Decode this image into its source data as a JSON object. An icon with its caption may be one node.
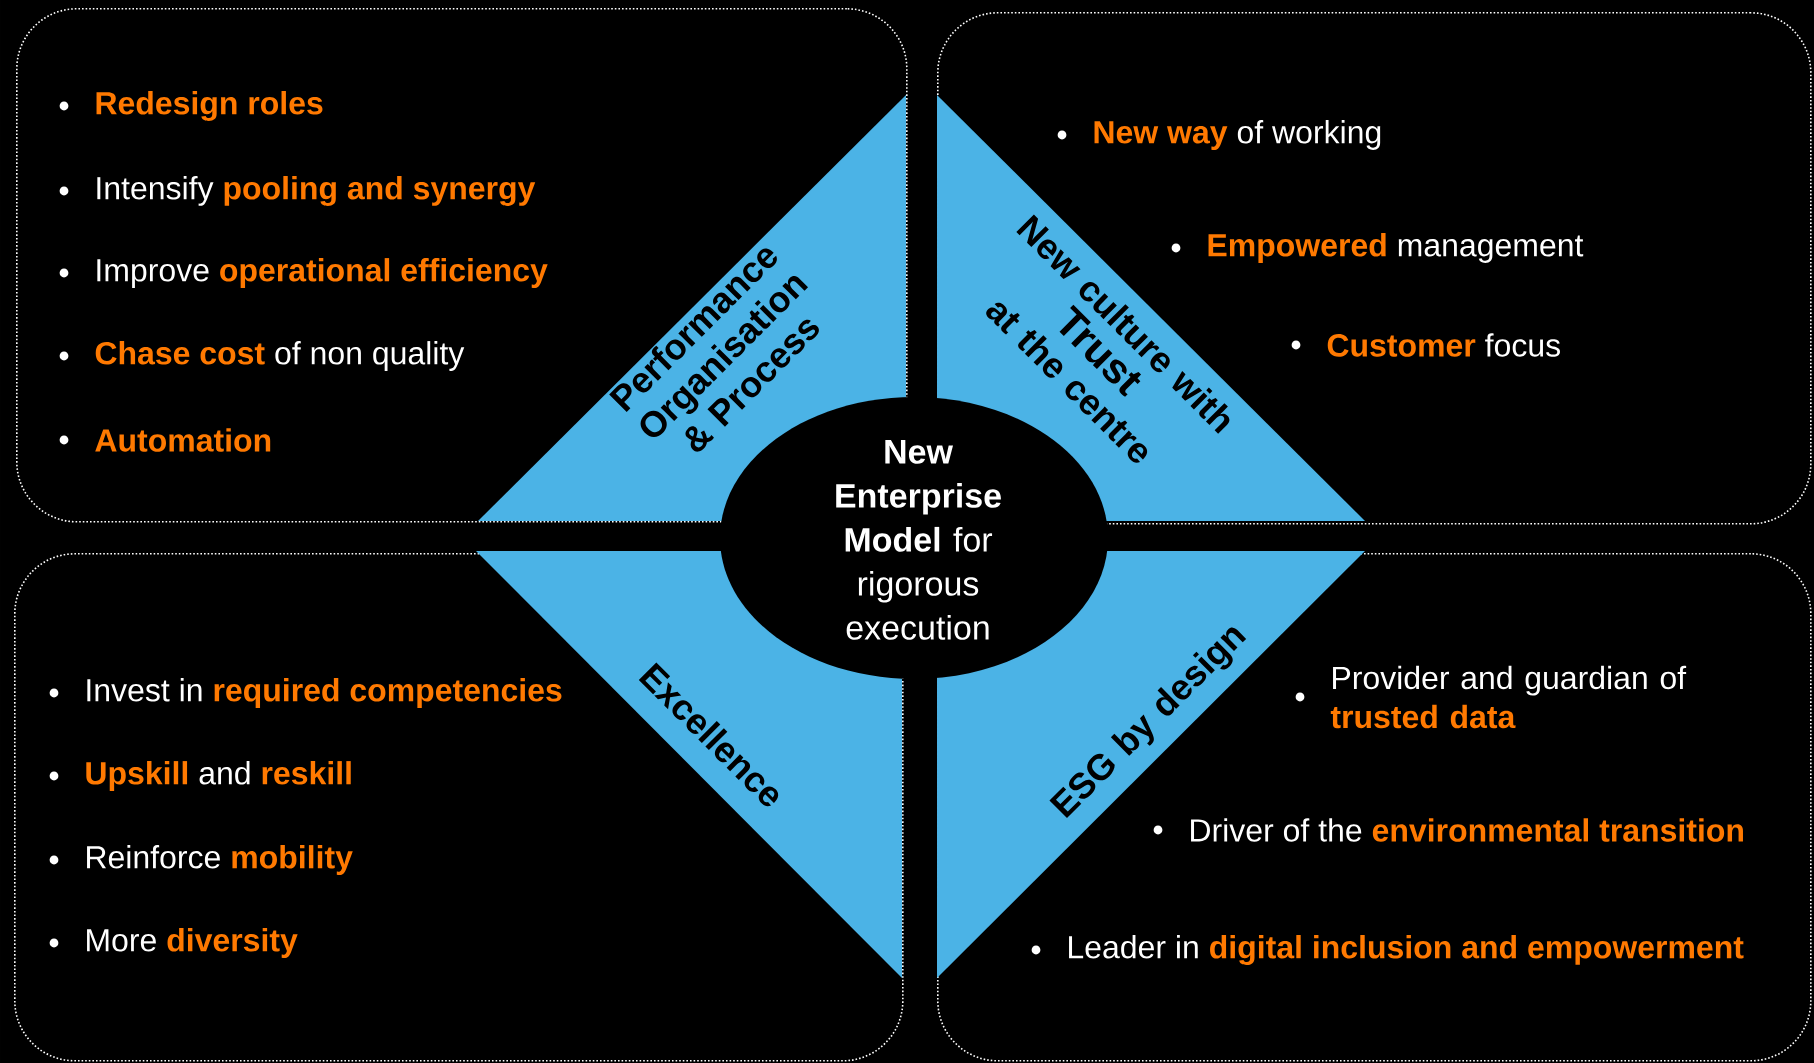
{
  "diagram": {
    "nodes": [
      {
        "text": [
          "**Redesign roles**",
          "Intensify **pooling and synergy**",
          "Improve **operational efficiency**",
          "**Chase cost** of non quality",
          "**Automation**"
        ]
      },
      {
        "text": [
          "**New way** of working",
          "**Empowered** management",
          "**Customer** focus"
        ]
      },
      {
        "text": [
          "Invest in **required competencies**",
          "**Upskill** and **reskill**",
          "Reinforce **mobility**",
          "More **diversity**"
        ]
      },
      {
        "text": [
          "Provider and guardian of **trusted data**",
          "Driver of the **environmental transition**",
          "Leader in **digital inclusion and empowerment**"
        ]
      },
      {
        "text": [
          "Performance",
          "Organisation & Process"
        ],
        "in": 0
      },
      {
        "text": [
          "New culture with",
          "Trust",
          "at the centre"
        ],
        "in": 1
      },
      {
        "text": [
          "Excellence"
        ],
        "in": 2
      },
      {
        "text": [
          "ESG by design"
        ],
        "in": 3
      },
      {
        "text": [
          "**New Enterprise Model** for rigorous execution"
        ]
      }
    ],
    "edges": []
  }
}
